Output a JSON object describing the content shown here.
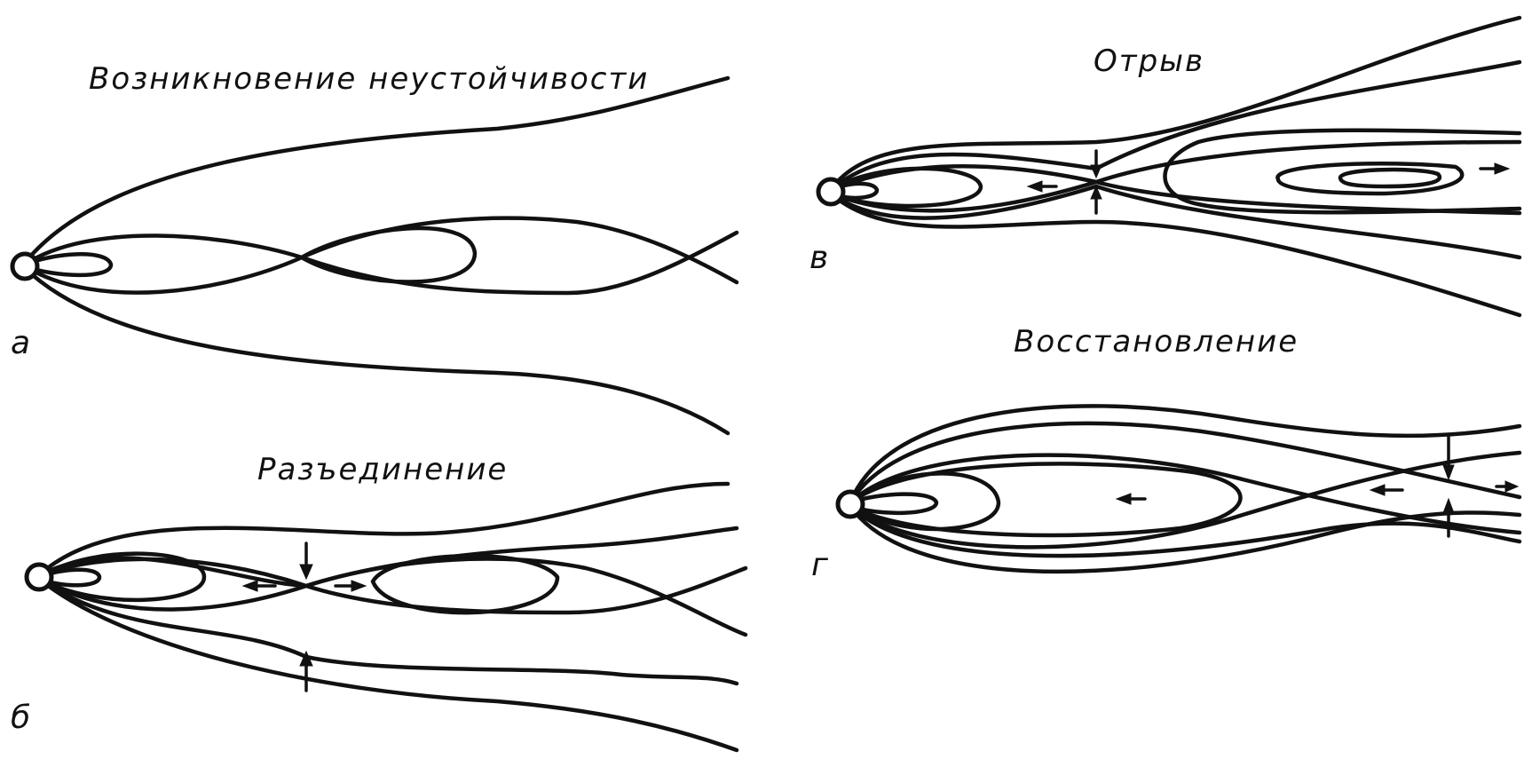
{
  "panels": {
    "a": {
      "label": "а",
      "title": "Возникновение неустойчивости"
    },
    "b": {
      "label": "б",
      "title": "Разъединение"
    },
    "v": {
      "label": "в",
      "title": "Отрыв"
    },
    "g": {
      "label": "г",
      "title": "Восстановление"
    }
  },
  "colors": {
    "ink": "#111111",
    "paper": "#ffffff"
  }
}
